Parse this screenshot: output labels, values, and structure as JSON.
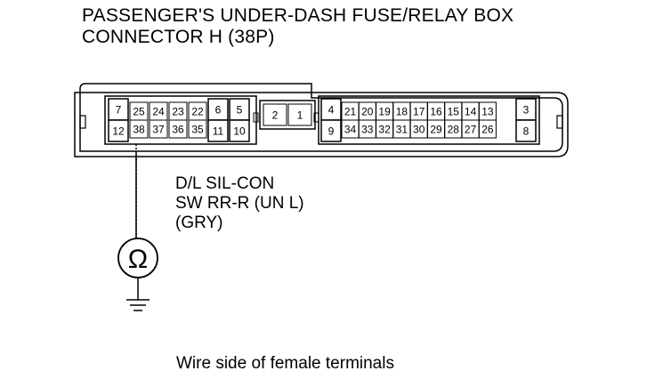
{
  "title": {
    "line1": "PASSENGER'S UNDER-DASH FUSE/RELAY BOX",
    "line2": "CONNECTOR H (38P)"
  },
  "connector": {
    "left_block": {
      "top": [
        "7",
        "25",
        "24",
        "23",
        "22",
        "6",
        "5"
      ],
      "bottom": [
        "12",
        "38",
        "37",
        "36",
        "35",
        "11",
        "10"
      ]
    },
    "middle_block": [
      "2",
      "1"
    ],
    "right_block": {
      "top": [
        "4",
        "21",
        "20",
        "19",
        "18",
        "17",
        "16",
        "15",
        "14",
        "13",
        "3"
      ],
      "bottom": [
        "9",
        "34",
        "33",
        "32",
        "31",
        "30",
        "29",
        "28",
        "27",
        "26",
        "8"
      ]
    }
  },
  "wire": {
    "line1": "D/L SIL-CON",
    "line2": "SW RR-R (UN L)",
    "line3": "(GRY)"
  },
  "meter_symbol": "Ω",
  "caption": "Wire side of female terminals"
}
